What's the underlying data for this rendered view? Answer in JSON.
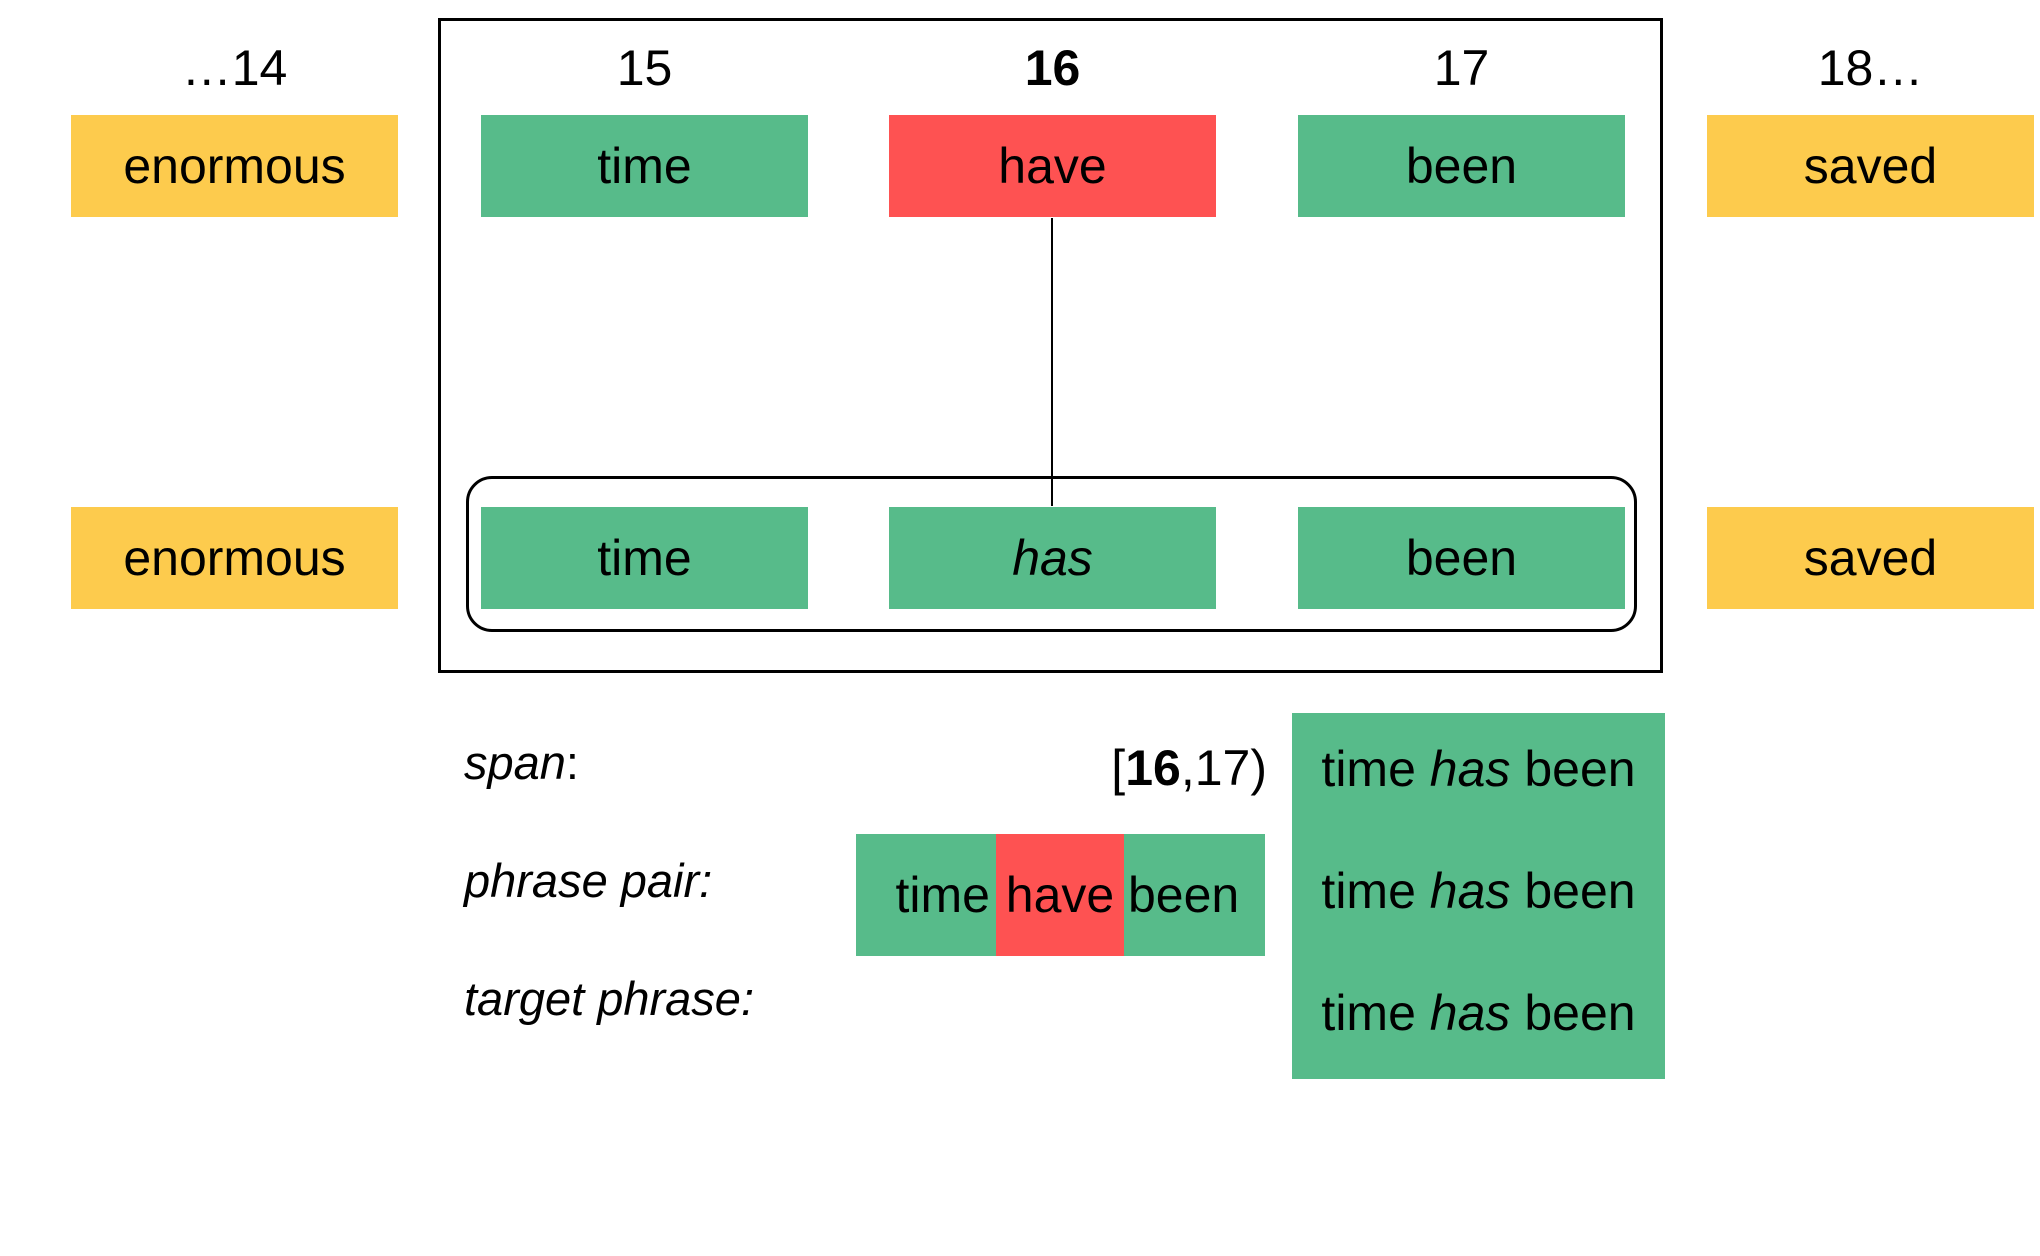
{
  "positions": {
    "p14": "…14",
    "p15": "15",
    "p16": "16",
    "p17": "17",
    "p18": "18…"
  },
  "source_tokens": {
    "left": "enormous",
    "t15": "time",
    "t16": "have",
    "t17": "been",
    "right": "saved"
  },
  "target_tokens": {
    "left": "enormous",
    "t15": "time",
    "t16": "has",
    "t17": "been",
    "right": "saved"
  },
  "labels": {
    "span": "span",
    "span_colon": ":",
    "phrase_pair": "phrase pair:",
    "target_phrase": "target phrase:"
  },
  "span_value": {
    "open": "[",
    "start": "16",
    "sep": ",",
    "end": "17",
    "close": ")"
  },
  "phrase_pair": {
    "w1": "time",
    "w2": "have",
    "w3": "been"
  },
  "target_phrases": [
    {
      "w1": "time",
      "w2": "has",
      "w3": "been"
    },
    {
      "w1": "time",
      "w2": "has",
      "w3": "been"
    },
    {
      "w1": "time",
      "w2": "has",
      "w3": "been"
    }
  ],
  "colors": {
    "match": "#57bb8a",
    "mismatch": "#fe5252",
    "context": "#fdcb4d"
  }
}
